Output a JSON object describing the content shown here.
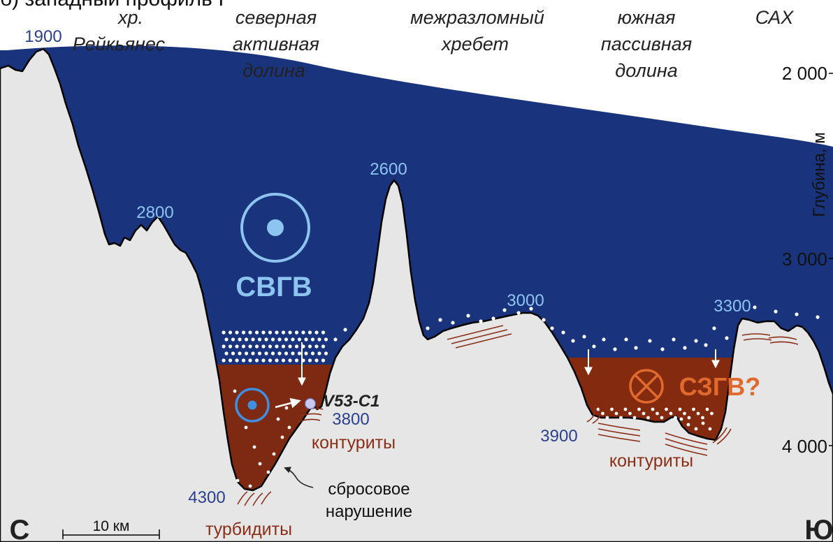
{
  "header": {
    "partial_title": "б) западный профиль I"
  },
  "regions": [
    {
      "lines": [
        "хр.",
        "Рейкьянес"
      ]
    },
    {
      "lines": [
        "северная",
        "активная",
        "долина"
      ]
    },
    {
      "lines": [
        "межразломный",
        "хребет"
      ]
    },
    {
      "lines": [
        "южная",
        "пассивная",
        "долина"
      ]
    },
    {
      "lines": [
        "САХ"
      ]
    }
  ],
  "depth_labels": {
    "d1900": "1900",
    "d2800": "2800",
    "d2600": "2600",
    "d3000": "3000",
    "d3300": "3300",
    "d3800": "3800",
    "d3900": "3900",
    "d4300": "4300"
  },
  "water_masses": {
    "nadw": "СВГВ",
    "aabw": "СЗГВ?"
  },
  "core": {
    "name": "V53-C1"
  },
  "sediments": {
    "contourites_1": "контуриты",
    "contourites_2": "контуриты",
    "turbidites": "турбидиты"
  },
  "fault": {
    "lines": [
      "сбросовое",
      "нарушение"
    ]
  },
  "axis": {
    "title": "Глубина, м",
    "ticks": [
      "2 000",
      "3 000",
      "4 000"
    ]
  },
  "directions": {
    "north": "С",
    "south": "Ю"
  },
  "scale_bar": {
    "label": "10 км"
  },
  "colors": {
    "water_top": "#ffffff",
    "water_mid": "#5a6fad",
    "water_deep": "#1b347e",
    "bottom_water": "#842a0f",
    "rock": "#e6e6e6",
    "label_light": "#8ec4f0",
    "label_dark": "#2b3f8f",
    "sediment_text": "#8a2e16",
    "aabw_orange": "#e0692e"
  }
}
